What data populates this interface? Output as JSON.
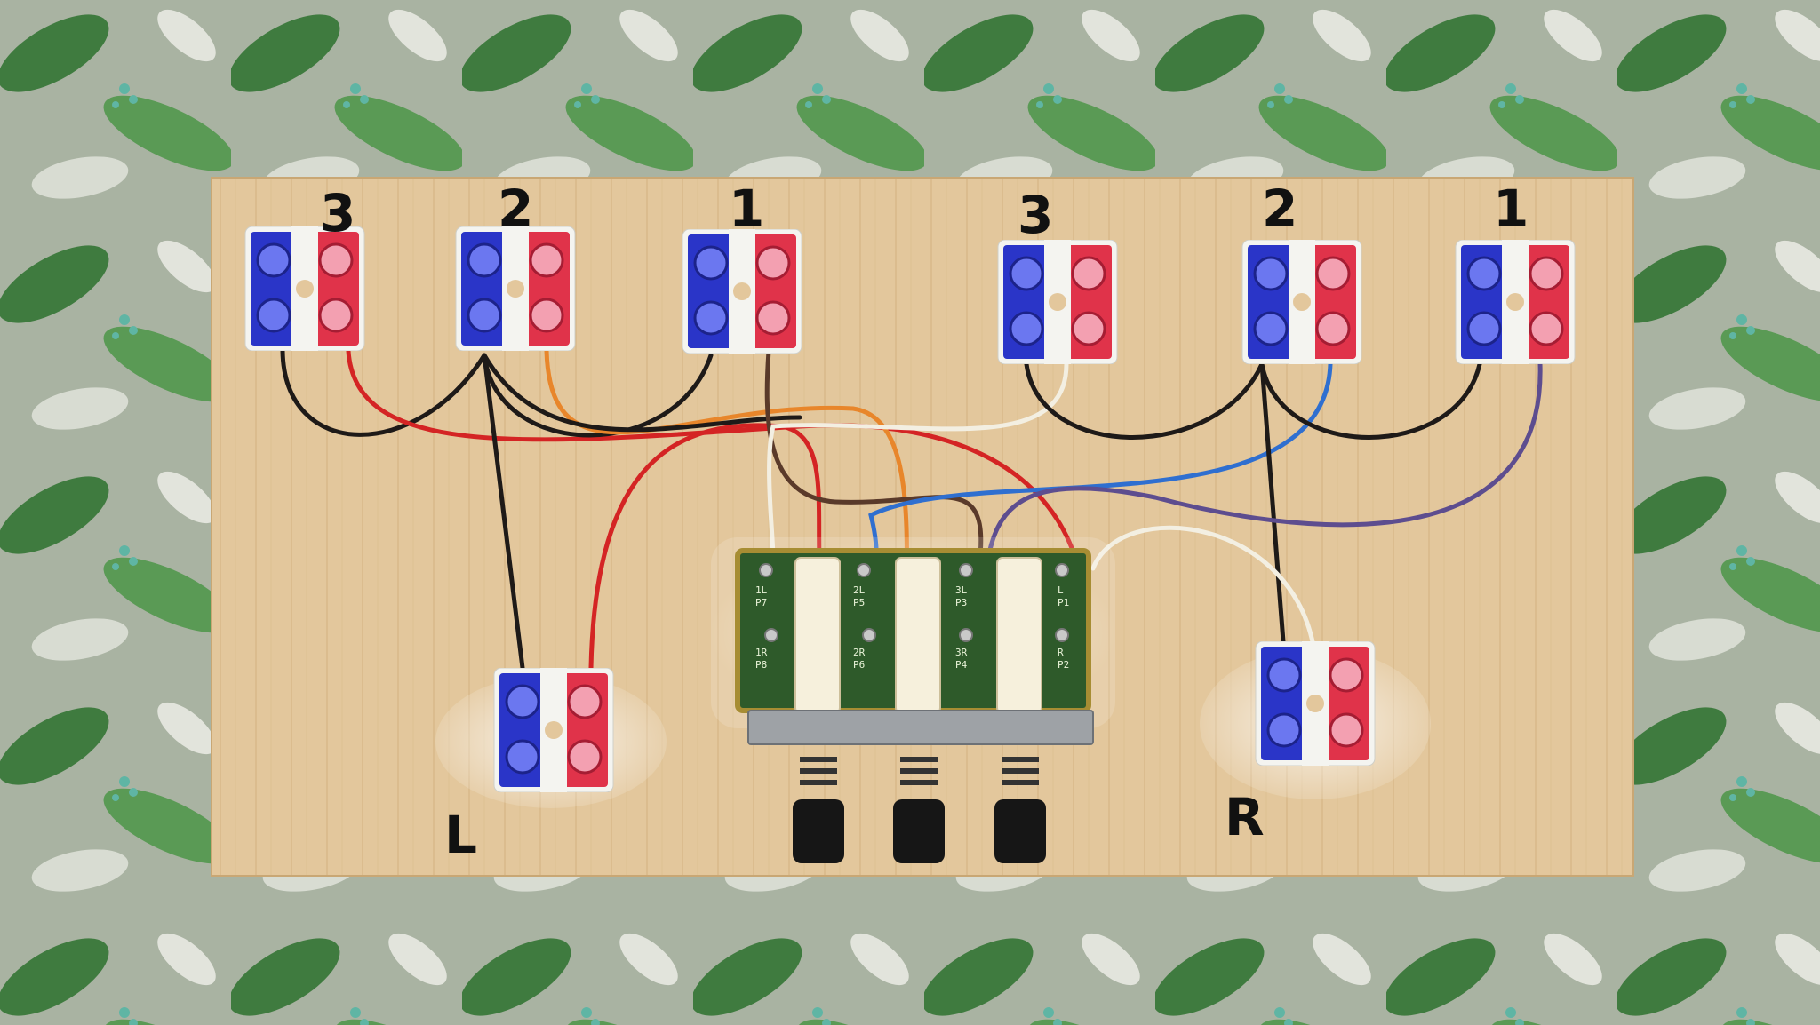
{
  "board": {
    "labels": {
      "top_left_3": "3",
      "top_left_2": "2",
      "top_left_1": "1",
      "top_right_3": "3",
      "top_right_2": "2",
      "top_right_1": "1",
      "bottom_left": "L",
      "bottom_right": "R"
    }
  },
  "pcb": {
    "ref": "W1",
    "pads": [
      "1L",
      "P7",
      "1R",
      "P8",
      "2L",
      "P5",
      "2R",
      "P6",
      "3L",
      "P3",
      "3R",
      "P4",
      "L",
      "P1",
      "R",
      "P2"
    ]
  },
  "colors": {
    "wood": "#e3c79c",
    "terminal_blue": "#2a35c8",
    "terminal_red": "#e0334a",
    "wire_black": "#1e1a18",
    "wire_red": "#d42424",
    "wire_orange": "#e8862b",
    "wire_white": "#f3efe2",
    "wire_brown": "#5a3a2a",
    "wire_blue": "#2f6fd0",
    "wire_purple": "#5d4d8f",
    "pcb_green": "#2e5a2a"
  }
}
